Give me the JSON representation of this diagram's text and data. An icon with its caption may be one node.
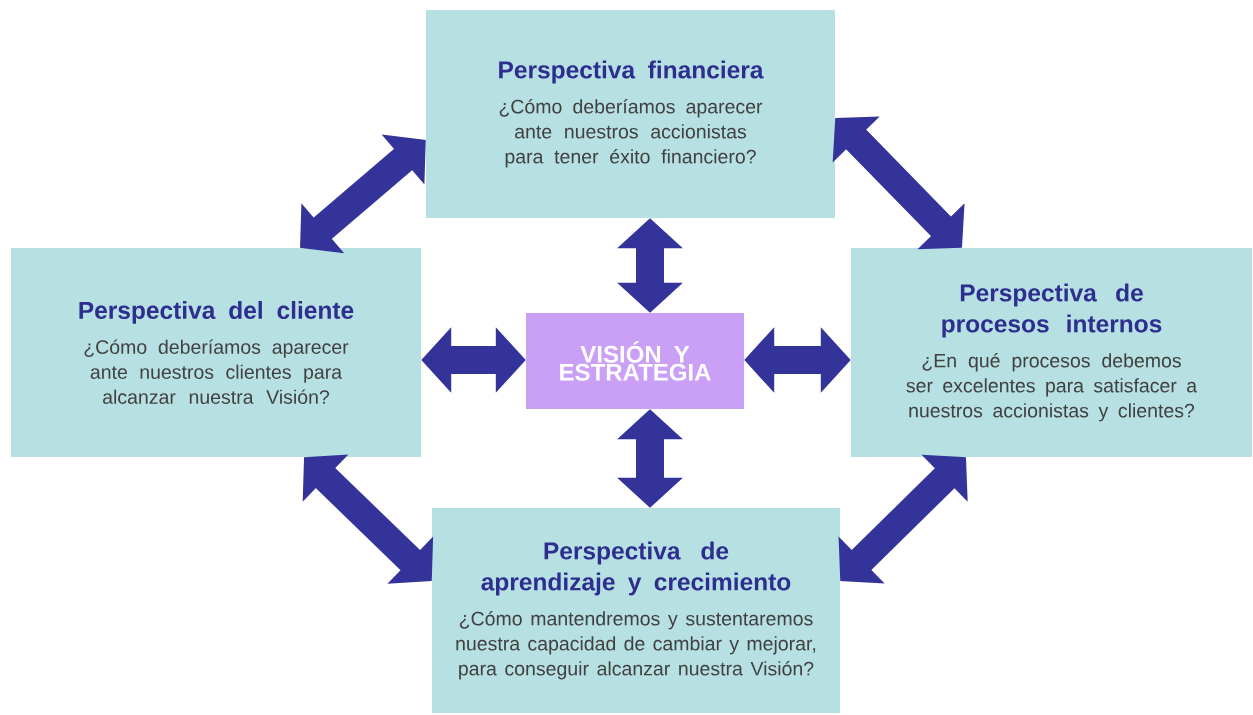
{
  "diagram": {
    "nodes": [
      {
        "text": [
          "Perspectiva financiera",
          "¿Cómo deberíamos aparecer ante nuestros accionistas para tener éxito financiero?"
        ]
      },
      {
        "text": [
          "Perspectiva del cliente",
          "¿Cómo deberíamos aparecer ante nuestros clientes para alcanzar nuestra Visión?"
        ]
      },
      {
        "text": [
          "VISIÓN Y ESTRATEGIA"
        ]
      },
      {
        "text": [
          "Perspectiva de procesos internos",
          "¿En qué procesos debemos ser excelentes para satisfacer a nuestros accionistas y clientes?"
        ]
      },
      {
        "text": [
          "Perspectiva de aprendizaje y crecimiento",
          "¿Cómo mantendremos y sustentaremos nuestra capacidad de cambiar y mejorar, para conseguir alcanzar nuestra Visión?"
        ]
      }
    ],
    "edges": [
      {
        "from": 2,
        "to": 0,
        "arrow": "both"
      },
      {
        "from": 2,
        "to": 1,
        "arrow": "both"
      },
      {
        "from": 2,
        "to": 3,
        "arrow": "both"
      },
      {
        "from": 2,
        "to": 4,
        "arrow": "both"
      },
      {
        "from": 1,
        "to": 0,
        "arrow": "both"
      },
      {
        "from": 0,
        "to": 3,
        "arrow": "both"
      },
      {
        "from": 1,
        "to": 4,
        "arrow": "both"
      },
      {
        "from": 3,
        "to": 4,
        "arrow": "both"
      }
    ]
  }
}
